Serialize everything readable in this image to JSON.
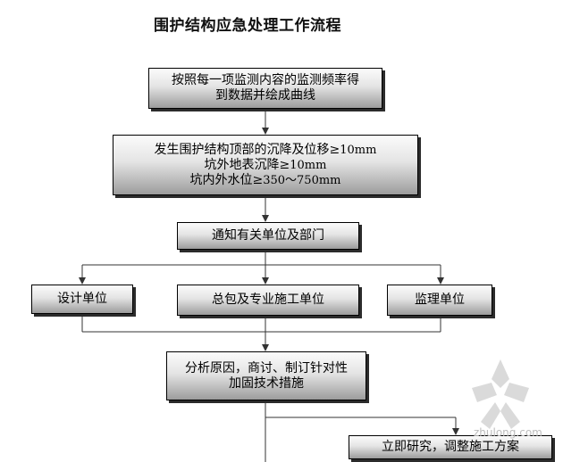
{
  "title": "围护结构应急处理工作流程",
  "boxes": {
    "monitor": {
      "line1": "按照每一项监测内容的监测频率得",
      "line2": "到数据并绘成曲线"
    },
    "thresholds": {
      "line1_prefix": "发生围护结构顶部的沉降及位移≥",
      "line1_value": "10mm",
      "line2_prefix": "坑外地表沉降≥",
      "line2_value": "10mm",
      "line3_prefix": "坑内外水位≥",
      "line3_value": "350～750mm"
    },
    "notify": "通知有关单位及部门",
    "design": "设计单位",
    "contractor": "总包及专业施工单位",
    "supervision": "监理单位",
    "analysis": {
      "line1": "分析原因，商讨、制订针对性",
      "line2": "加固技术措施"
    },
    "research": "立即研究，调整施工方案"
  },
  "watermark": "zhulong.com"
}
